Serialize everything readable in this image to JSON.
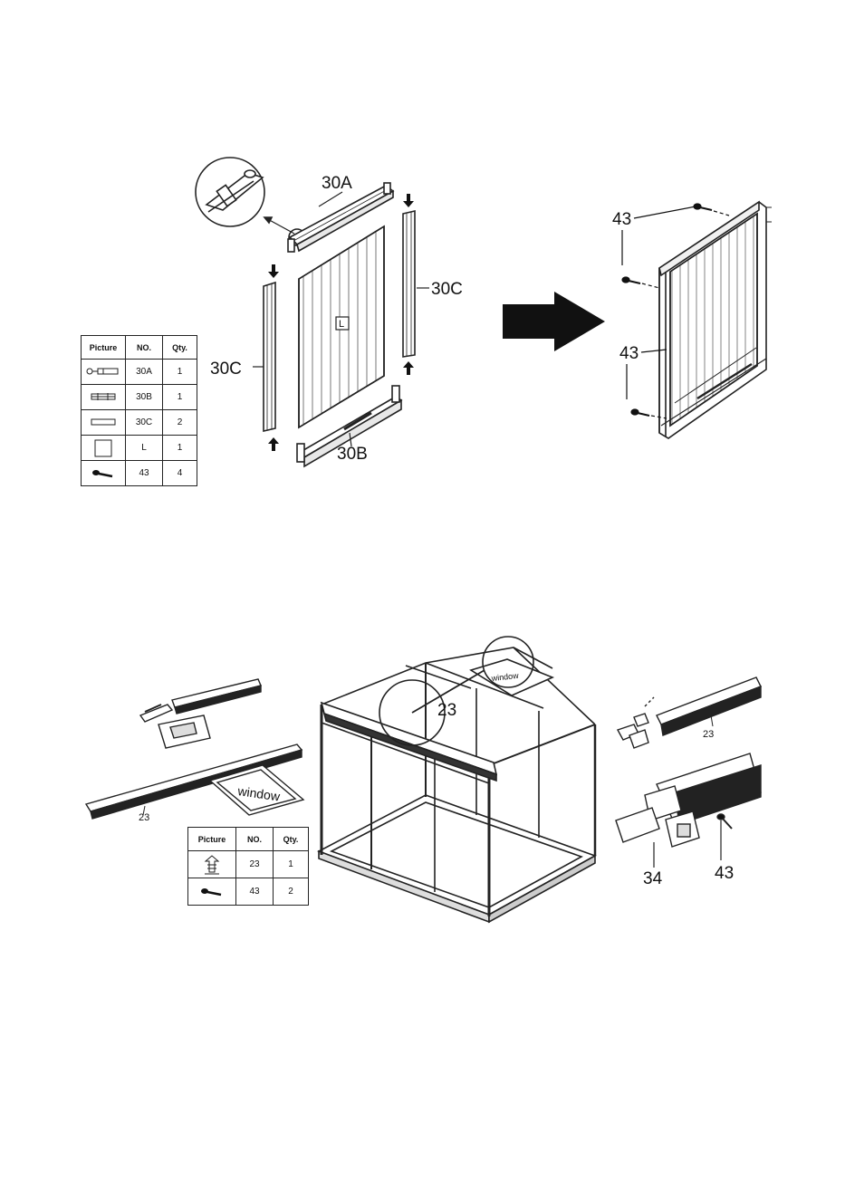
{
  "step1": {
    "labels": {
      "top_rail": "30A",
      "right_side": "30C",
      "left_side": "30C",
      "bottom_rail": "30B",
      "panel": "L",
      "screw_top": "43",
      "screw_side": "43"
    },
    "parts_table": {
      "headers": [
        "Picture",
        "NO.",
        "Qty."
      ],
      "rows": [
        {
          "icon": "rail-with-hinge-icon",
          "no": "30A",
          "qty": "1"
        },
        {
          "icon": "channel-rail-icon",
          "no": "30B",
          "qty": "1"
        },
        {
          "icon": "flat-bar-icon",
          "no": "30C",
          "qty": "2"
        },
        {
          "icon": "panel-square-icon",
          "no": "L",
          "qty": "1"
        },
        {
          "icon": "screw-icon",
          "no": "43",
          "qty": "4"
        }
      ]
    }
  },
  "step2": {
    "labels": {
      "window_panel": "window",
      "window_detail": "window",
      "window_roof": "window",
      "rail_left": "23",
      "rail_roof": "23",
      "rail_right": "23",
      "bracket": "34",
      "screw": "43"
    },
    "parts_table": {
      "headers": [
        "Picture",
        "NO.",
        "Qty."
      ],
      "rows": [
        {
          "icon": "window-bracket-icon",
          "no": "23",
          "qty": "1"
        },
        {
          "icon": "screw-icon",
          "no": "43",
          "qty": "2"
        }
      ]
    }
  }
}
